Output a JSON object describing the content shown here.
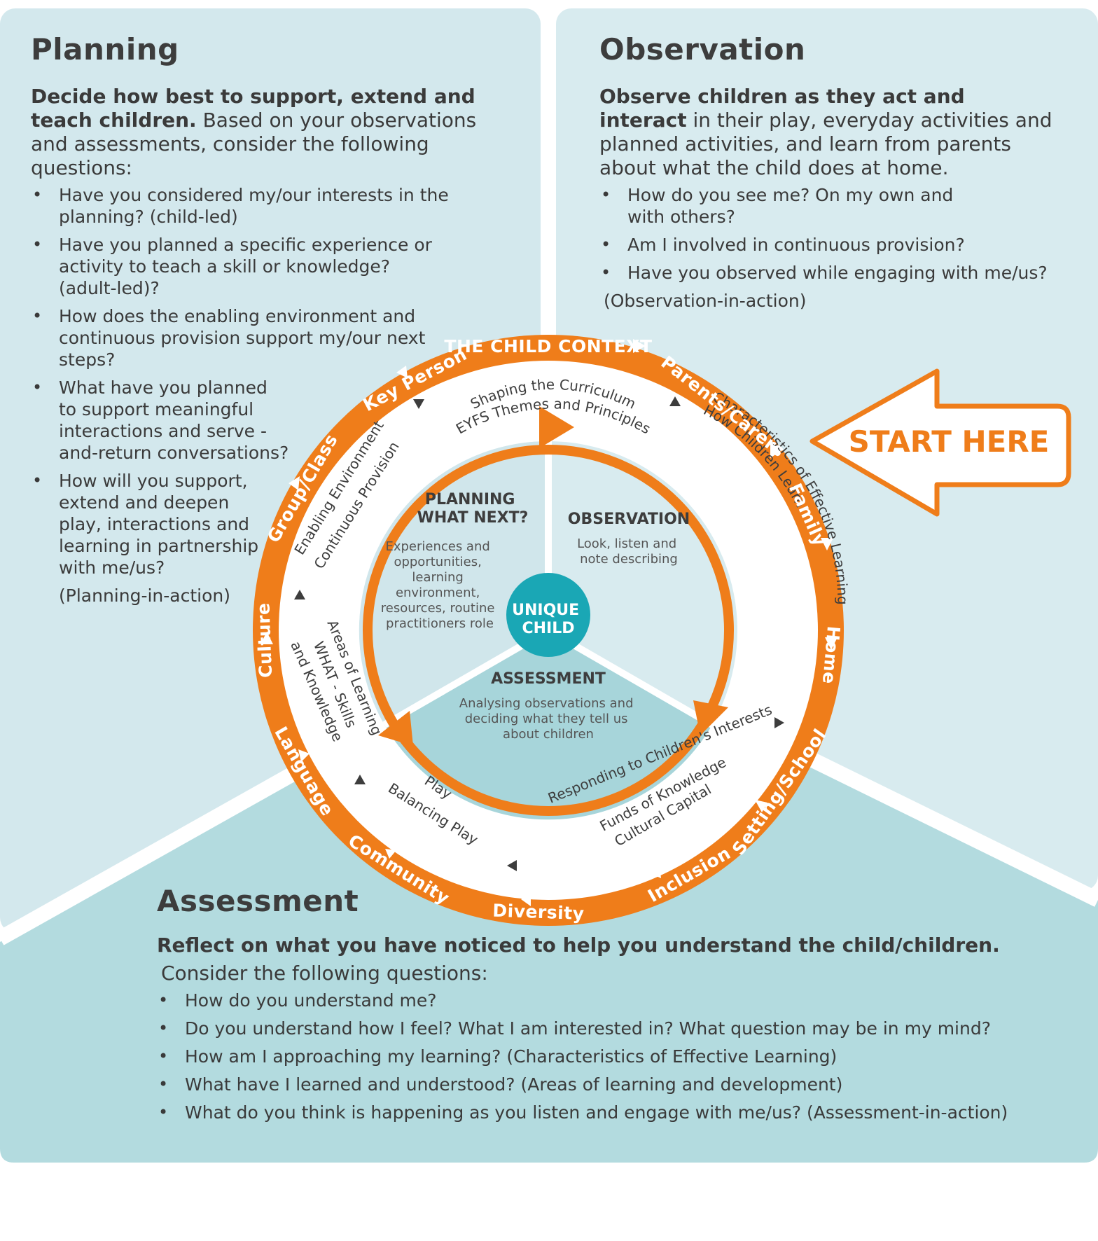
{
  "planning": {
    "heading": "Planning",
    "lead_bold": "Decide how best to support, extend and teach children.",
    "lead_rest": " Based on your observations and assessments, consider the following questions:",
    "items": [
      "Have you considered my/our interests in the planning? (child-led)",
      "Have you planned a specific experience or activity to teach a skill or knowledge? (adult-led)?",
      "How does the enabling environment and continuous provision support my/our next steps?",
      "What have you  planned to support meaningful interactions and serve -and-return conversations?",
      "How will you support, extend and deepen play, interactions and learning in partnership with me/us?"
    ],
    "note": "(Planning-in-action)"
  },
  "observation": {
    "heading": "Observation",
    "lead_bold": "Observe children as they act and interact",
    "lead_rest": " in their play, everyday activities and planned activities, and learn from parents about what the child does at home.",
    "items": [
      "How do you see me? On my own and with others?",
      "Am I involved in continuous provision?",
      "Have you observed while engaging  with me/us?"
    ],
    "note": "(Observation-in-action)"
  },
  "assessment": {
    "heading": "Assessment",
    "lead_bold": "Reflect on what you have noticed to help you understand the child/children.",
    "lead_rest": "Consider the following questions:",
    "items": [
      "How do you understand me?",
      "Do you understand how I feel?  What I am interested in? What question may be in my mind?",
      "How am I approaching my learning? (Characteristics of Effective Learning)",
      "What have I learned and understood?  (Areas of learning and development)",
      "What do you think is happening as you listen and engage with me/us? (Assessment-in-action)"
    ]
  },
  "start_here": "START HERE",
  "ring_labels": [
    "THE CHILD CONTEXT",
    "Parents/Carers",
    "Family",
    "Home",
    "Setting/School",
    "Inclusion",
    "Diversity",
    "Community",
    "Language",
    "Culture",
    "Group/Class",
    "Key Person"
  ],
  "band": {
    "top": [
      "Shaping the Curriculum",
      "EYFS Themes and Principles"
    ],
    "right": [
      "Characteristics of Effective Learning",
      "How Children Learn"
    ],
    "bottom_right": [
      "Responding to Children's Interests",
      "Funds of Knowledge",
      "Cultural Capital"
    ],
    "bottom_left": [
      "Play",
      "Balancing Play"
    ],
    "left_lower": [
      "Areas of Learning",
      "WHAT - Skills",
      "and Knowledge"
    ],
    "left_upper": [
      "Enabling Environment",
      "Continuous Provision"
    ]
  },
  "inner": {
    "planning_title": [
      "PLANNING",
      "WHAT NEXT?"
    ],
    "planning_desc": [
      "Experiences and",
      "opportunities,",
      "learning",
      "environment,",
      "resources, routine",
      "practitioners role"
    ],
    "observation_title": "OBSERVATION",
    "observation_desc": [
      "Look, listen and",
      "note describing"
    ],
    "assessment_title": "ASSESSMENT",
    "assessment_desc": [
      "Analysing observations and",
      "deciding what they tell us",
      "about children"
    ],
    "center": [
      "UNIQUE",
      "CHILD"
    ]
  },
  "colors": {
    "orange": "#ef7d1a",
    "teal": "#1aa7b5",
    "panel_light": "#d3e8ed",
    "panel_mid": "#b3dbdf",
    "wedge": "#a7d5da"
  }
}
